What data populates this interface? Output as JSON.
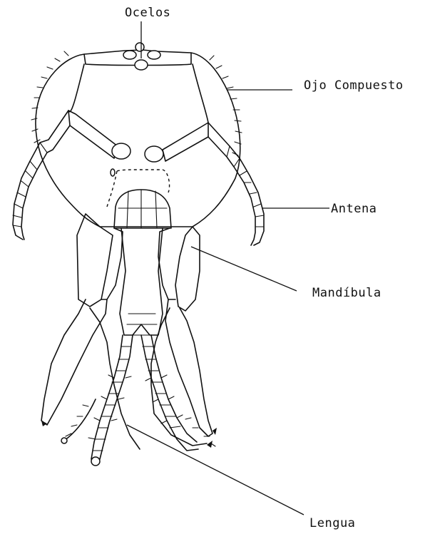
{
  "labels": {
    "ocelos": "Ocelos",
    "ojo_compuesto": "Ojo Compuesto",
    "antena": "Antena",
    "mandibula": "Mandíbula",
    "lengua": "Lengua"
  }
}
